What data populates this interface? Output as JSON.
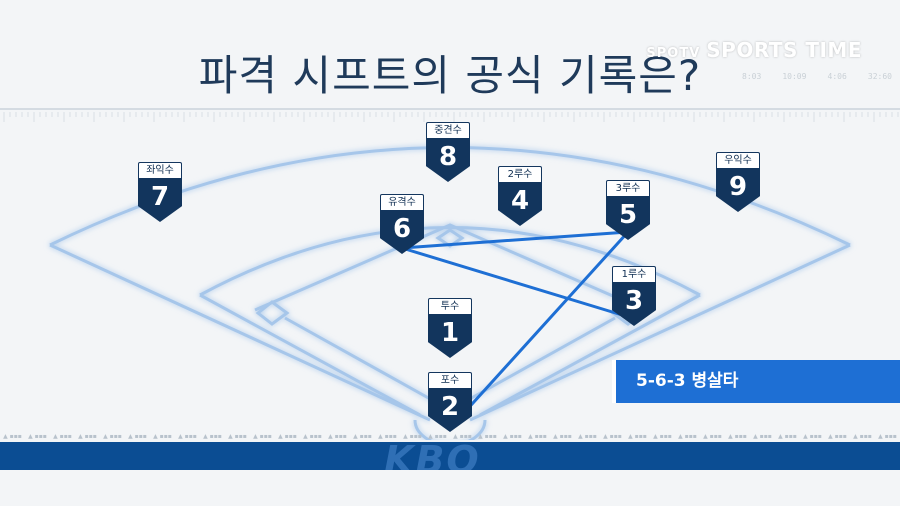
{
  "title": "파격 시프트의 공식 기록은?",
  "broadcaster": {
    "channel": "SPOTV",
    "name": "SPORTS TIME"
  },
  "clock_ticks": [
    "8:03",
    "10:09",
    "4:06",
    "32:60"
  ],
  "positions": [
    {
      "id": "pitcher",
      "label": "투수",
      "number": "1"
    },
    {
      "id": "catcher",
      "label": "포수",
      "number": "2"
    },
    {
      "id": "first-base",
      "label": "1루수",
      "number": "3"
    },
    {
      "id": "second-base",
      "label": "2루수",
      "number": "4"
    },
    {
      "id": "third-base",
      "label": "3루수",
      "number": "5"
    },
    {
      "id": "shortstop",
      "label": "유격수",
      "number": "6"
    },
    {
      "id": "left-field",
      "label": "좌익수",
      "number": "7"
    },
    {
      "id": "center-field",
      "label": "중견수",
      "number": "8"
    },
    {
      "id": "right-field",
      "label": "우익수",
      "number": "9"
    }
  ],
  "play": {
    "text": "5-6-3 병살타",
    "sequence": [
      "5",
      "6",
      "3"
    ]
  },
  "footer": {
    "logo": "KBO"
  },
  "colors": {
    "badge": "#12355d",
    "line": "#1e6fd4",
    "field": "#9fc2e8",
    "footer": "#0b4d93"
  }
}
